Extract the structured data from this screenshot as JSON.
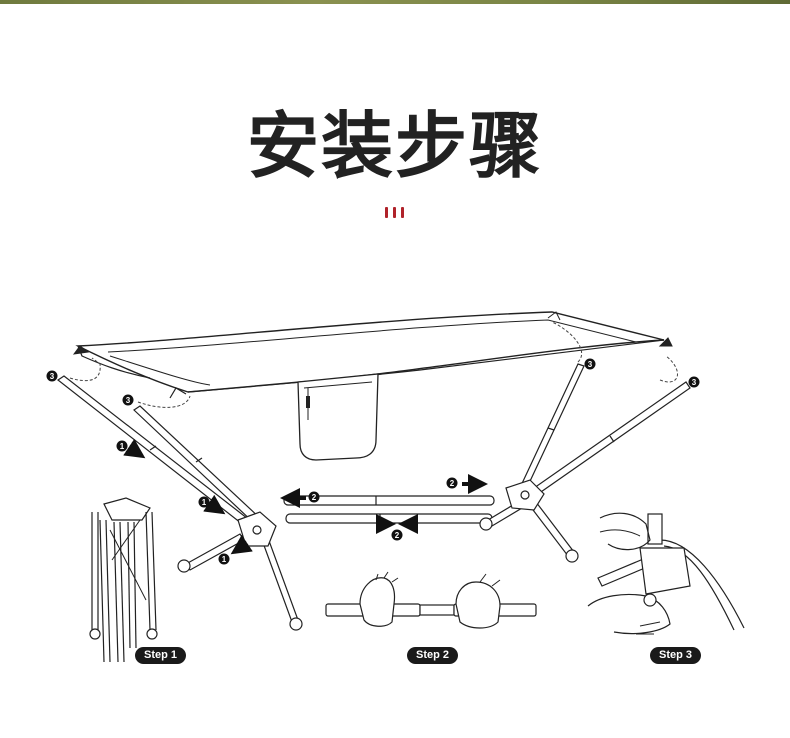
{
  "title": "安装步骤",
  "accent_color": "#b0222a",
  "callouts": {
    "one": "1",
    "two": "2",
    "three": "3"
  },
  "steps": [
    {
      "label": "Step 1"
    },
    {
      "label": "Step 2"
    },
    {
      "label": "Step 3"
    }
  ]
}
